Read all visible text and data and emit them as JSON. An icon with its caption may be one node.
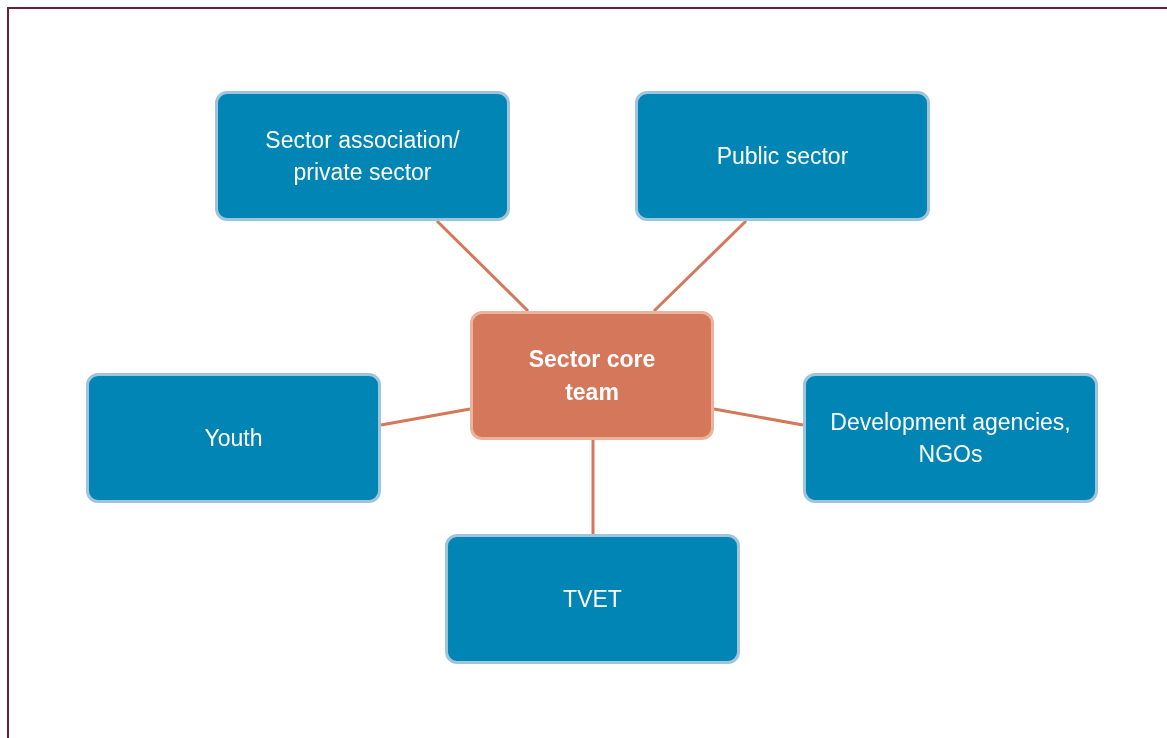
{
  "diagram": {
    "nodes": [
      {
        "text": [
          "Sector association/ private sector"
        ]
      },
      {
        "text": [
          "Public sector"
        ]
      },
      {
        "text": [
          "Sector core team"
        ]
      },
      {
        "text": [
          "Youth"
        ]
      },
      {
        "text": [
          "Development agencies, NGOs"
        ]
      },
      {
        "text": [
          "TVET"
        ]
      }
    ],
    "edges": [
      {
        "from": 2,
        "to": 0,
        "arrow": "none"
      },
      {
        "from": 2,
        "to": 1,
        "arrow": "none"
      },
      {
        "from": 2,
        "to": 3,
        "arrow": "none"
      },
      {
        "from": 2,
        "to": 4,
        "arrow": "none"
      },
      {
        "from": 2,
        "to": 5,
        "arrow": "none"
      }
    ]
  }
}
